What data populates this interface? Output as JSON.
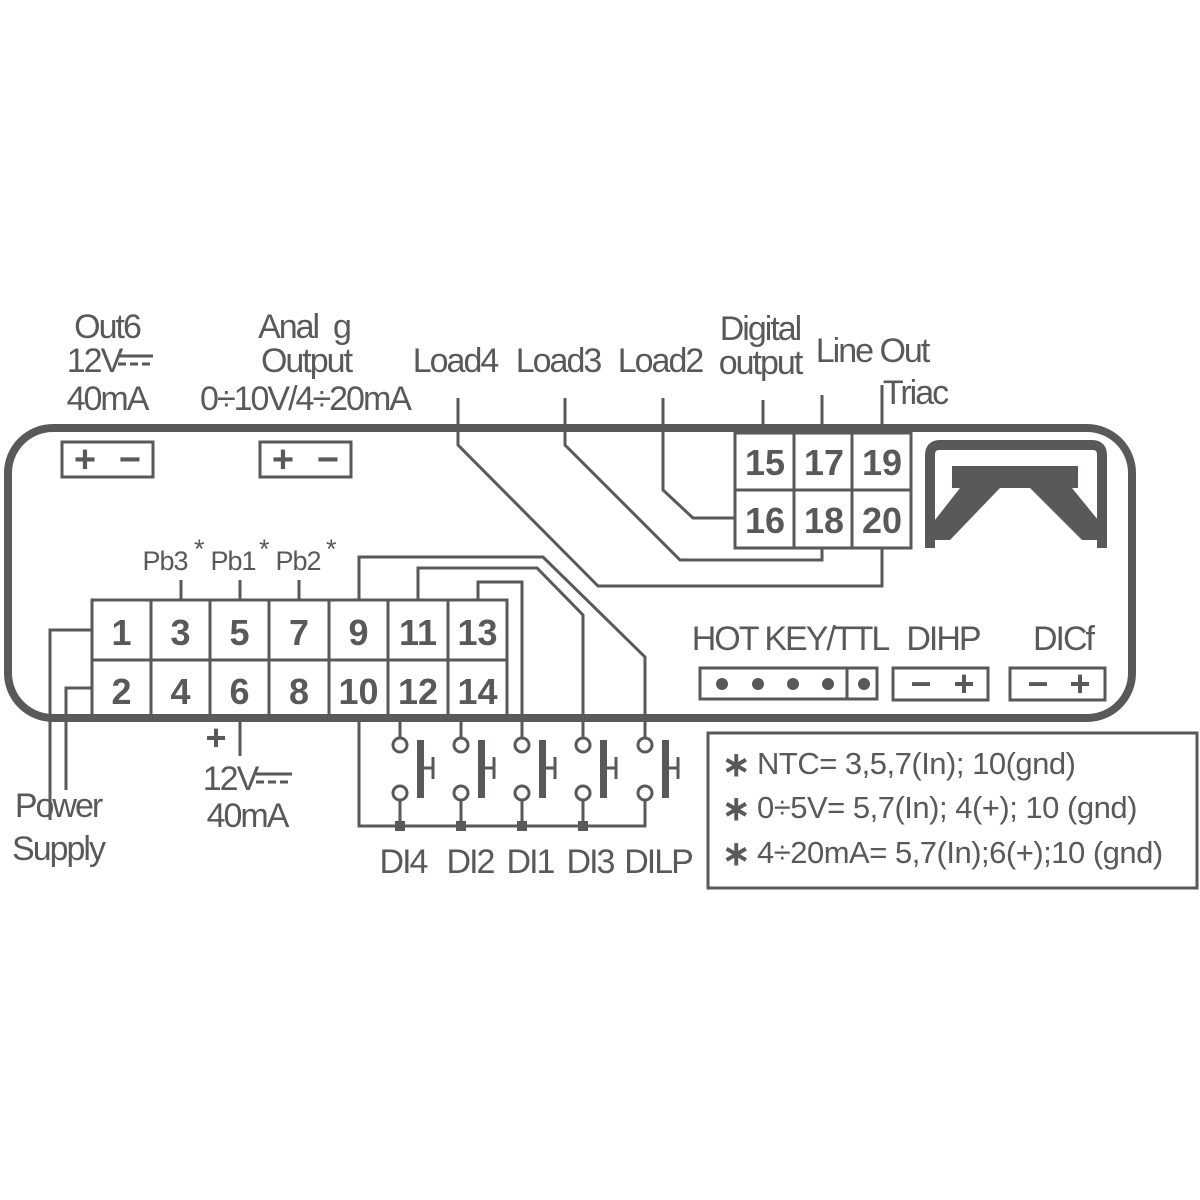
{
  "out6": {
    "title": "Out6",
    "voltage": "12V",
    "current": "40mA",
    "plus": "+",
    "minus": "−"
  },
  "analog_output": {
    "line1": "Anal  g",
    "line2": "Output",
    "range": "0÷10V/4÷20mA",
    "plus": "+",
    "minus": "−"
  },
  "relay_labels": {
    "load4": "Load4",
    "load3": "Load3",
    "load2": "Load2",
    "digital_line1": "Digital",
    "digital_line2": "output",
    "line_out": "Line Out",
    "triac": "Triac"
  },
  "relay_terminals": {
    "top": [
      "15",
      "17",
      "19"
    ],
    "bottom": [
      "16",
      "18",
      "20"
    ]
  },
  "probes": {
    "pb3": "Pb3",
    "pb1": "Pb1",
    "pb2": "Pb2",
    "star": "*"
  },
  "main_terminals": {
    "top": [
      "1",
      "3",
      "5",
      "7",
      "9",
      "11",
      "13"
    ],
    "bottom": [
      "2",
      "4",
      "6",
      "8",
      "10",
      "12",
      "14"
    ]
  },
  "power_supply": {
    "line1": "Power",
    "line2": "Supply"
  },
  "aux_supply": {
    "plus": "+",
    "voltage": "12V",
    "current": "40mA"
  },
  "digital_inputs": [
    "DI4",
    "DI2",
    "DI1",
    "DI3",
    "DILP"
  ],
  "connectors": {
    "hot_key": "HOT KEY/TTL",
    "dihp": "DIHP",
    "dicf": "DICf",
    "plus": "+",
    "minus": "−"
  },
  "notes": [
    {
      "star": "∗",
      "text": "NTC= 3,5,7(In); 10(gnd)"
    },
    {
      "star": "∗",
      "text": "0÷5V= 5,7(In); 4(+); 10 (gnd)"
    },
    {
      "star": "∗",
      "text": "4÷20mA= 5,7(In);6(+);10 (gnd)"
    }
  ],
  "colors": {
    "ink": "#58595b",
    "background": "#ffffff"
  }
}
